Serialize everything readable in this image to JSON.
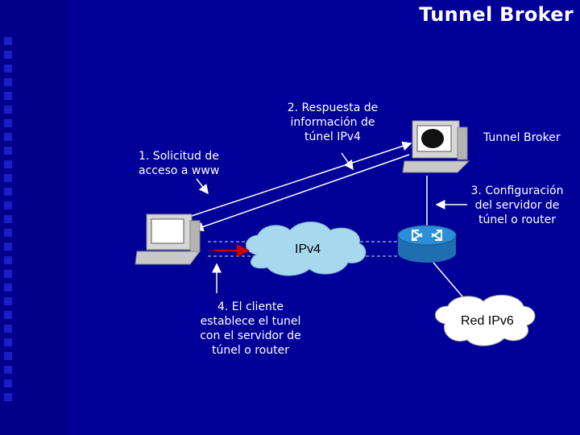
{
  "title": "Tunnel Broker",
  "labels": {
    "step1": "1. Solicitud de acceso a www",
    "step2": "2. Respuesta de información de túnel IPv4",
    "broker": "Tunnel Broker",
    "step3": "3. Configuración del servidor de túnel o router",
    "step4": "4. El cliente establece el tunel con el servidor de túnel o router"
  },
  "clouds": {
    "ipv4": "IPv4",
    "ipv6": "Red IPv6"
  },
  "colors": {
    "background": "#000099",
    "sidebar": "#00008a",
    "sidebar_squares": "#1c1cc8",
    "arrows": "#ffffff",
    "tunnel_arrow": "#cc0000",
    "cloud": "#a6d8ee",
    "router": "#2a8fd8"
  },
  "icons": [
    "client-computer-icon",
    "broker-computer-icon",
    "router-icon",
    "ipv4-cloud-icon",
    "ipv6-cloud-icon"
  ]
}
